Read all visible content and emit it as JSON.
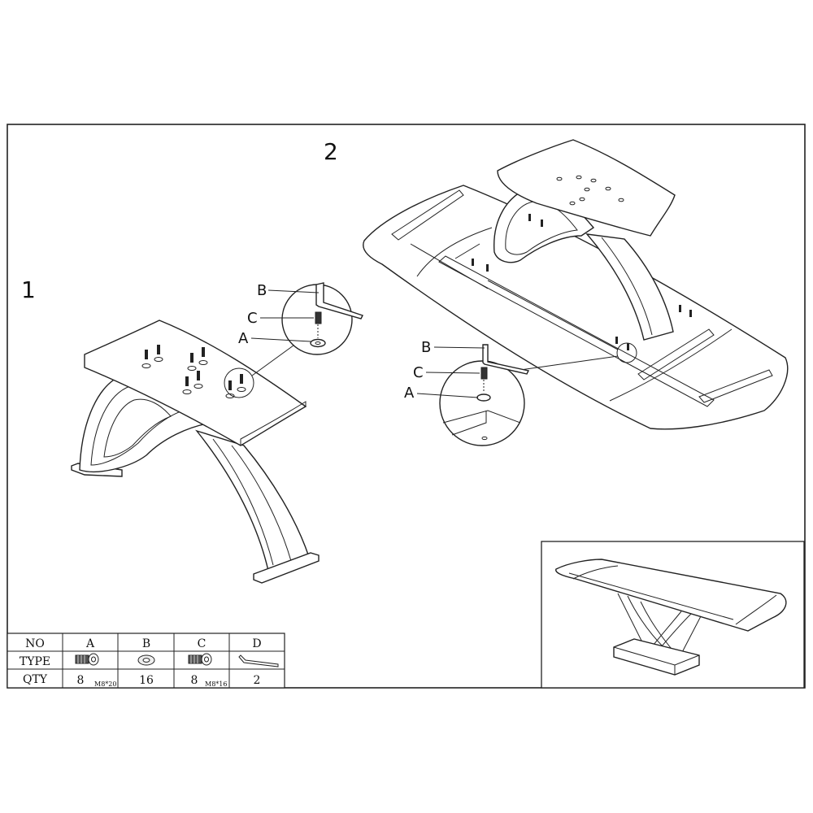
{
  "steps": {
    "step1": "1",
    "step2": "2"
  },
  "callouts": {
    "step1": {
      "b": "B",
      "c": "C",
      "a": "A"
    },
    "step2": {
      "b": "B",
      "c": "C",
      "a": "A"
    }
  },
  "parts_table": {
    "row_labels": [
      "NO",
      "TYPE",
      "QTY"
    ],
    "columns": [
      {
        "no": "A",
        "type_icon": "bolt-icon",
        "qty": "8",
        "spec": "M8*20"
      },
      {
        "no": "B",
        "type_icon": "washer-icon",
        "qty": "16",
        "spec": ""
      },
      {
        "no": "C",
        "type_icon": "bolt-icon",
        "qty": "8",
        "spec": "M8*16"
      },
      {
        "no": "D",
        "type_icon": "allen-key-icon",
        "qty": "2",
        "spec": ""
      }
    ]
  }
}
